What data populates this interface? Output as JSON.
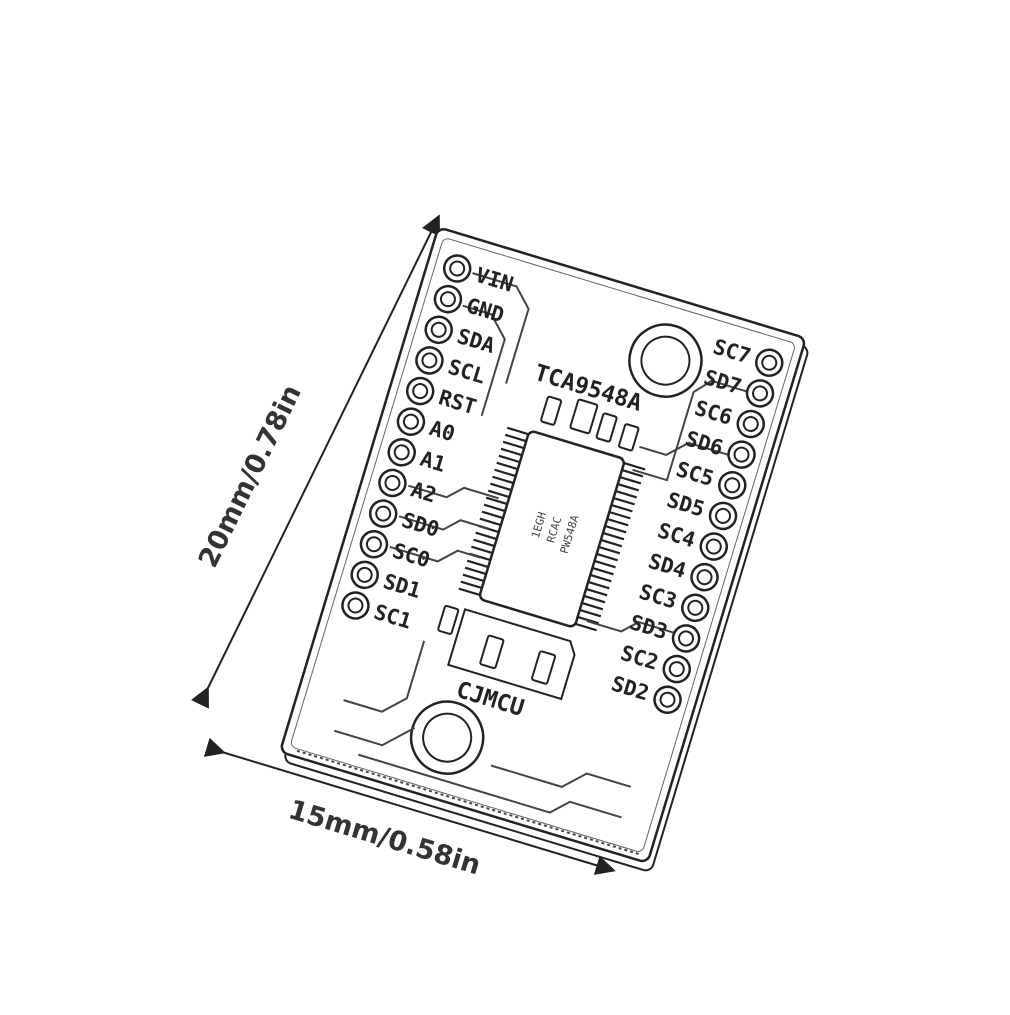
{
  "dimensions": {
    "height_label": "20mm/0.78in",
    "width_label": "15mm/0.58in"
  },
  "board": {
    "chip_name": "TCA9548A",
    "brand": "CJMCU",
    "chip_marking": [
      "PW548A",
      "RCAC",
      "1EGH"
    ],
    "left_pins": [
      "VIN",
      "GND",
      "SDA",
      "SCL",
      "RST",
      "A0",
      "A1",
      "A2",
      "SD0",
      "SC0",
      "SD1",
      "SC1"
    ],
    "right_pins": [
      "SC7",
      "SD7",
      "SC6",
      "SD6",
      "SC5",
      "SD5",
      "SC4",
      "SD4",
      "SC3",
      "SD3",
      "SC2",
      "SD2"
    ]
  },
  "colors": {
    "line": "#222222",
    "background": "#ffffff"
  }
}
